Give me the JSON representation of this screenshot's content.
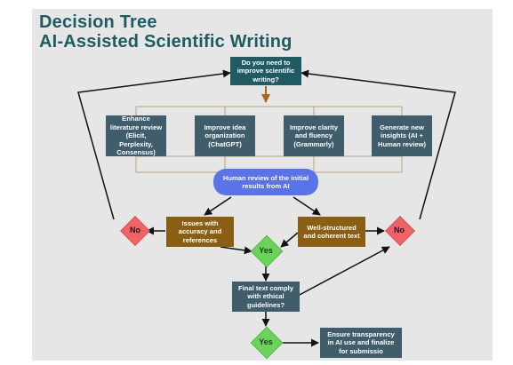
{
  "title": {
    "line1": "Decision Tree",
    "line2": "AI-Assisted Scientific Writing"
  },
  "nodes": {
    "question": "Do you need to improve scientific writing?",
    "options": [
      "Enhance literature review (Elicit, Perplexity, Consensus)",
      "Improve idea organization (ChatGPT)",
      "Improve clarity and fluency (Grammarly)",
      "Generate new insights (AI + Human review)"
    ],
    "review": "Human review of the initial results from AI",
    "issues": "Issues with accuracy and references",
    "well_structured": "Well-structured and coherent text",
    "no_left": "No",
    "no_right": "No",
    "yes_middle": "Yes",
    "final_check": "Final text comply with ethical guidelines?",
    "yes_bottom": "Yes",
    "finalize": "Ensure transparency in AI use and finalize for submissio"
  },
  "colors": {
    "title": "#1d5c63",
    "teal_box": "#1f5b63",
    "slate_box": "#3f5d6a",
    "brown_box": "#8a5e13",
    "review_pill": "#5b73e8",
    "no_diamond": "#f06266",
    "yes_diamond": "#6ad45a",
    "connector_thin": "#b9a27a",
    "down_arrow": "#a56a12",
    "arrow": "#111111"
  }
}
